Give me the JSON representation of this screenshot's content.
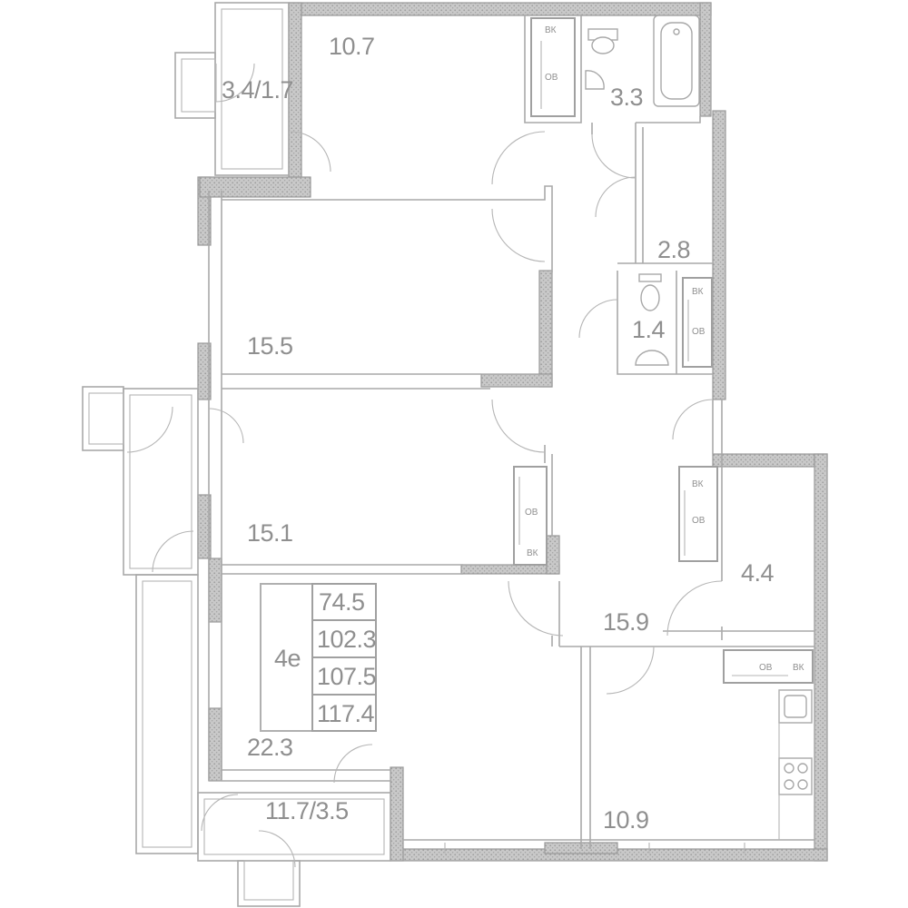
{
  "rooms": {
    "room_top_left": "10.7",
    "loggia_top": "3.4/1.7",
    "bathroom": "3.3",
    "corridor_top": "2.8",
    "wc": "1.4",
    "bedroom_1": "15.5",
    "bedroom_2": "15.1",
    "hall": "15.9",
    "storage": "4.4",
    "living_room": "22.3",
    "loggia_bottom": "11.7/3.5",
    "kitchen": "10.9"
  },
  "summary": {
    "type": "4e",
    "areas": [
      "74.5",
      "102.3",
      "107.5",
      "117.4"
    ]
  },
  "fixture_labels": {
    "riser_vk": "ВК",
    "riser_ov": "ОВ"
  },
  "colors": {
    "wall": "#a3a3a3",
    "text": "#8f8f8f",
    "background": "#ffffff"
  }
}
